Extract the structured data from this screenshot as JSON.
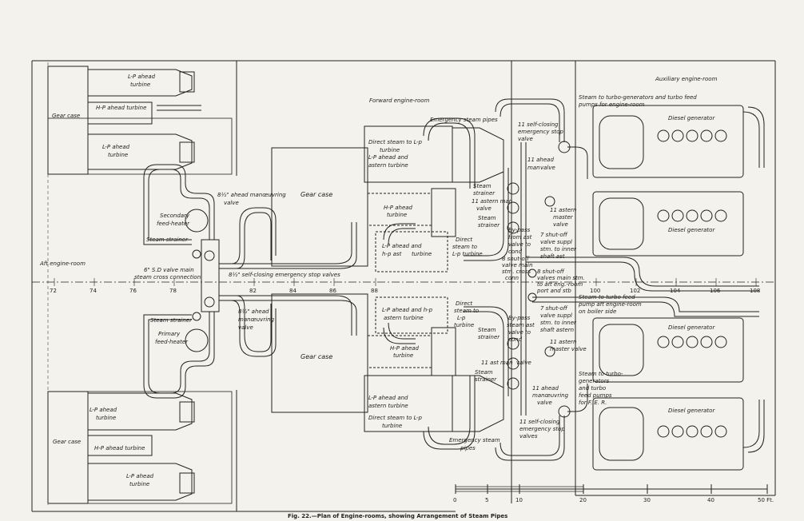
{
  "labels": {
    "lp_ahead_top": "L-P ahead",
    "lp_ahead_top_2": "turbine",
    "hp_ahead_top": "H-P ahead turbine",
    "gear_case_top_left": "Gear  case",
    "lp_ahead_top_b": "L-P ahead",
    "lp_ahead_top_b2": "turbine",
    "secondary_feed": "Secondary",
    "secondary_feed_2": "feed-heater",
    "steam_strainer_tl": "Steam strainer",
    "aft_engine_room": "Aft engine-room",
    "steam_cross": "6\" S.D valve main",
    "steam_cross_2": "steam cross connection",
    "primary_feed": "Primary",
    "primary_feed_2": "feed-heater",
    "steam_strainer_bl": "Steam strainer",
    "lp_ahead_bot": "L-P ahead",
    "lp_ahead_bot_2": "turbine",
    "gear_case_bot_left": "Gear  case",
    "hp_ahead_bot": "H-P ahead turbine",
    "lp_ahead_bot_b": "L-P ahead",
    "lp_ahead_bot_b2": "turbine",
    "manoeuvring_top": "8½\" ahead manœuvring",
    "manoeuvring_top_2": "valve",
    "self_closing_mid": "8½\" self-closing emergency stop valves",
    "manoeuvring_bot": "8½\" ahead",
    "manoeuvring_bot_2": "manœuvring",
    "manoeuvring_bot_3": "valve",
    "forward_engine_room": "Forward engine-room",
    "emergency_steam_top": "Emergency steam pipes",
    "direct_steam_top": "Direct steam to L-p",
    "direct_steam_top_2": "turbine",
    "lp_ahead_astern_top": "L-P ahead and",
    "lp_ahead_astern_top_2": "astern turbine",
    "gear_case_center_top": "Gear  case",
    "hp_ahead_center": "H-P ahead",
    "hp_ahead_center_2": "turbine",
    "lp_hp_astern": "L-P ahead and",
    "lp_hp_astern_2": "h-p ast",
    "lp_hp_astern_3": " turbine",
    "direct_steam_mid": "Direct",
    "direct_steam_mid_2": "steam to",
    "direct_steam_mid_3": "L-p turbine",
    "lp_hp_astern_bot": "L-P ahead and h-p",
    "lp_hp_astern_bot_2": "astern turbine",
    "direct_steam_mid_b": "Direct",
    "direct_steam_mid_b2": "steam to",
    "direct_steam_mid_b3": "L-p",
    "direct_steam_mid_b4": "turbine",
    "gear_case_center_bot": "Gear  case",
    "hp_ahead_center_b": "H-P ahead",
    "hp_ahead_center_b2": "turbine",
    "lp_ahead_astern_bot": "L-P ahead and",
    "lp_ahead_astern_bot_2": "astern turbine",
    "direct_steam_bot": "Direct steam to L-p",
    "direct_steam_bot_2": "turbine",
    "emergency_steam_bot": "Emergency steam",
    "emergency_steam_bot_2": "pipes",
    "self_closing_top": "11 self-closing",
    "self_closing_top_2": "emergency stop",
    "self_closing_top_3": "valve",
    "ahead_man_top": "11 ahead",
    "ahead_man_top_2": "man",
    "ahead_man_top_3": " valve",
    "steam_strainer_c1": "Steam",
    "steam_strainer_c1_2": "strainer",
    "astern_man_c": "11 astern man",
    "astern_man_c_2": "valve",
    "steam_strainer_c2": "Steam",
    "steam_strainer_c2_2": "strainer",
    "astern_master_top": "11 astern",
    "astern_master_top_2": "master",
    "astern_master_top_3": "valve",
    "bypass_top": "By-pass",
    "bypass_top_2": "from ast",
    "bypass_top_3": "valve to",
    "bypass_top_4": "cond",
    "bypass_top_5": "8 shut-off",
    "bypass_top_6": "valve main",
    "bypass_top_7": "stm. cross",
    "bypass_top_8": "conn",
    "shutoff_top": "7 shut-off",
    "shutoff_top_2": "valve suppl",
    "shutoff_top_3": "stm. to inner",
    "shutoff_top_4": "shaft ast",
    "shutoff_main": "8 shut-off",
    "shutoff_main_2": "valves main stm.",
    "shutoff_main_3": "to aft eng.-room",
    "shutoff_main_4": "port and stb",
    "steam_turbo_top": "Steam to turbo-generators and turbo feed",
    "steam_turbo_top_2": "pumps for engine-room",
    "steam_feed_pump": "Steam to turbo feed",
    "steam_feed_pump_2": "pump aft engine-room",
    "steam_feed_pump_3": "on boiler side",
    "shutoff_bot": "7 shut-off",
    "shutoff_bot_2": "valve suppl",
    "shutoff_bot_3": "stm. to inner",
    "shutoff_bot_4": "shaft astern",
    "bypass_bot": "By-pass",
    "bypass_bot_2": "steam ast",
    "bypass_bot_3": "valve to",
    "bypass_bot_4": "cond",
    "steam_strainer_c3": "Steam",
    "steam_strainer_c3_2": "strainer",
    "astern_master_bot": "11 astern",
    "astern_master_bot_2": "master valve",
    "astern_man_bot": "11 ast",
    "astern_man_bot_2": " man",
    "astern_man_bot_3": " valve",
    "steam_strainer_c4": "Steam",
    "steam_strainer_c4_2": "strainer",
    "ahead_man_bot": "11 ahead",
    "ahead_man_bot_2": "manœuvring",
    "ahead_man_bot_3": "valve",
    "self_closing_bot": "11 self-closing",
    "self_closing_bot_2": "emergency stop",
    "self_closing_bot_3": "valves",
    "steam_turbo_bot": "Steam to turbo-",
    "steam_turbo_bot_2": "generators",
    "steam_turbo_bot_3": "and turbo",
    "steam_turbo_bot_4": "feed pumps",
    "steam_turbo_bot_5": "for F. E. R.",
    "aux_engine_room": "Auxiliary engine-room",
    "diesel_1": "Diesel generator",
    "diesel_2": "Diesel generator",
    "diesel_3": "Diesel generator",
    "diesel_4": "Diesel generator"
  },
  "frame_numbers": [
    "72",
    "74",
    "76",
    "78",
    "82",
    "84",
    "86",
    "88",
    "100",
    "102",
    "104",
    "106",
    "108"
  ],
  "scale_ticks": [
    "0",
    "5",
    "10",
    "20",
    "30",
    "40",
    "50 Ft."
  ],
  "caption": "Fig. 22.—Plan of Engine-rooms, showing Arrangement of Steam Pipes"
}
